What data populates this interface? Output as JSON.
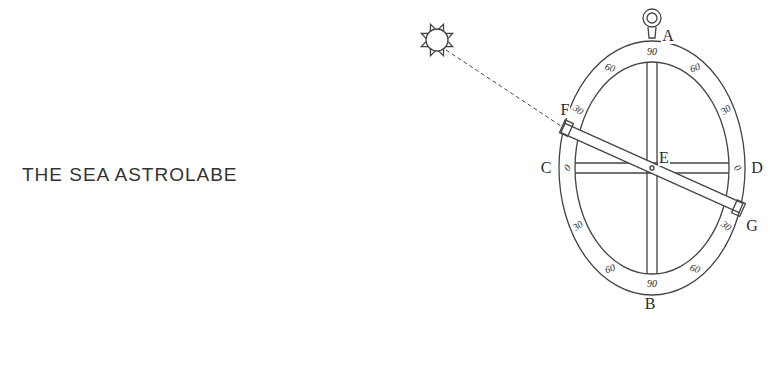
{
  "diagram": {
    "title": "THE SEA ASTROLABE",
    "labels": [
      "A",
      "B",
      "C",
      "D",
      "E",
      "F",
      "G",
      "90",
      "60",
      "60",
      "30",
      "30",
      "0",
      "0",
      "30",
      "30",
      "60",
      "60",
      "90"
    ]
  }
}
